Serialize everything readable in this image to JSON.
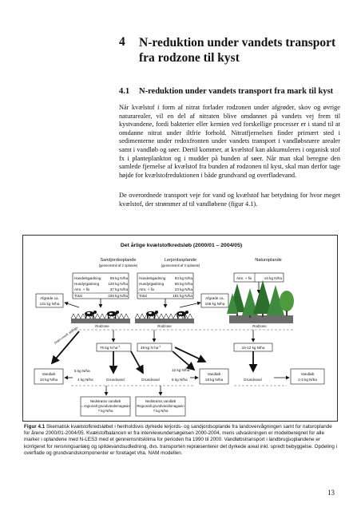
{
  "chapter": {
    "number": "4",
    "title": "N-reduktion under vandets transport fra rodzone til kyst"
  },
  "section": {
    "number": "4.1",
    "title": "N-reduktion under vandets transport fra mark til kyst"
  },
  "paragraphs": [
    "Når kvælstof i form af nitrat forlader rodzonen under afgrøder, skov og øvrige naturarealer, vil en del af nitraten blive omdannet på vandets vej frem til kystvandene, fordi bakterier eller kemien ved forskellige processer er i stand til at omdanne nitrat under iltfrie forhold. Nitratfjernelsen finder primært sted i sedimenterne under redoxfronten under vandets transport i vandløbsnære arealer samt i vandløb og søer. Dertil kommer, at kvælstof kan akkumuleres i organisk stof fx i planteplankton og i mudder på bunden af søer. Når man skal beregne den samlede fjernelse af kvælstof fra bunden af rodzonen til kyst, skal man derfor tage højde for kvælstofreduktionen i både grundvand og overfladevand.",
    "De overordnede transport veje for vand og kvælstof har betydning for hvor meget kvælstof, der strømmer af til vandløbene (figur 4.1)."
  ],
  "figure": {
    "title": "Det årlige kvælstofkredsløb (2000/01 – 2004/05)",
    "sandjord": {
      "heading": "Sandjordsoplande",
      "sub": "(gennemsnit af 2 oplande)",
      "rows": [
        {
          "label": "Handelsgødning",
          "value": "59 kg N/ha"
        },
        {
          "label": "Husdyrgødning",
          "value": "129 kg N/ha"
        },
        {
          "label": "Atm. + fix",
          "value": "37 kg N/ha"
        },
        {
          "label": "Total",
          "value": "225 kg N/ha"
        }
      ],
      "afgroede": "Afgrøde ca.",
      "afgroede_value": "131 kg N/ha"
    },
    "lerjord": {
      "heading": "Lerjordsoplande",
      "sub": "(gennemsnit af 3 oplande)",
      "rows": [
        {
          "label": "Handelsgødning",
          "value": "93 kg N/ha"
        },
        {
          "label": "Husdyrgødning",
          "value": "65 kg N/ha"
        },
        {
          "label": "Atm. + fix",
          "value": "23 kg N/ha"
        },
        {
          "label": "Total",
          "value": "181 kg N/ha"
        }
      ],
      "afgroede": "Afgrøde ca.",
      "afgroede_value": "106 kg N/ha"
    },
    "natur": {
      "heading": "Naturoplande",
      "atm_label": "Atm. + fix",
      "atm_value": "16 kg N/ha"
    },
    "rodzone_label": "Rodzone",
    "leach_sand": "76 kg N ha",
    "leach_ler": "49 kg N ha",
    "leach_unit_sup": "-1",
    "leach_natur": "10-12 kg N/ha",
    "drain_label": "Dræn-overfl. afstrøm.",
    "vandloeb_label": "Vandløb",
    "vandloeb_sand": "10 kg N/ha",
    "vandloeb_ler": "18 kg N/ha",
    "vandloeb_natur": "2-3  kg N/ha",
    "grundvand_label": "Grundvand",
    "sand_drain": "5 kg N/ha",
    "sand_grund": "4 kg N/ha",
    "ler_drain": "12 kg N/ha",
    "ler_grund": "6 kg N/ha",
    "nedstroms_sand": [
      "Nedstrøms vandløb",
      "= regionalt grundvandsmagasin",
      "? kg N/ha"
    ],
    "nedstroms_ler": [
      "Nedstrøms vandløb",
      "Regionalt grundvandsmagasin",
      "? kg N/ha"
    ]
  },
  "caption": {
    "label": "Figur 4.1",
    "text": "Skematisk kvælstofkredsløbet i henholdsvis dyrkede lerjords- og sandjordsoplande fra landovervågningen samt for naturoplande for årene 2000/01-2004/05. Kvælstofbalancen er fra interviewundersøgelsen 2000-2004, mens udvaskningen er modelberegnet for alle marker i oplandene med N-LES3 med et gennemsnitsklima for perioden fra 1990 til 2000. Vandløbstransport i landbrugsoplandene er korrigeret for rensningsanlæg og spildevandsudledning, dvs. transporten repræsenterer det dyrkede areal inkl. spredt bebyggelse. Opdeling i overflade og grundvandskomponenter er foretaget vha. NAM modellen."
  },
  "page_number": "13"
}
